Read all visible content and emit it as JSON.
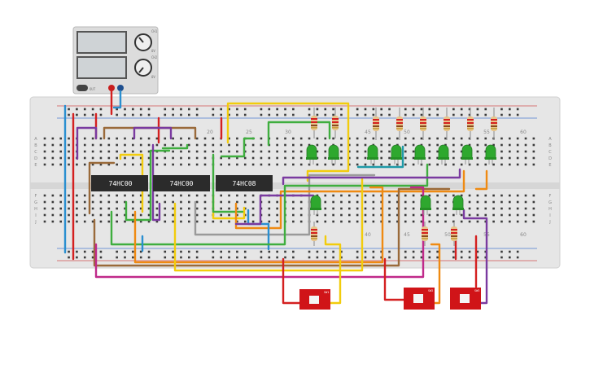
{
  "power_supply": {
    "knob_top_labels": [
      "CH1",
      "0V"
    ],
    "knob_bottom_labels": [
      "CH2",
      "0V"
    ],
    "button_label": "OUT"
  },
  "breadboard": {
    "column_labels_top": [
      "20",
      "25",
      "30",
      "45",
      "50",
      "55",
      "60"
    ],
    "column_labels_bottom": [
      "40",
      "45",
      "50",
      "55",
      "60"
    ],
    "row_labels_top": [
      "A",
      "B",
      "C",
      "D",
      "E"
    ],
    "row_labels_bottom": [
      "F",
      "G",
      "H",
      "I",
      "J"
    ]
  },
  "chips": [
    {
      "label": "74HC00"
    },
    {
      "label": "74HC00"
    },
    {
      "label": "74HC08"
    }
  ],
  "switches": [
    {
      "label": "SW1"
    },
    {
      "label": "SW2"
    },
    {
      "label": "SW3"
    }
  ],
  "colors": {
    "board": "#e6e6e6",
    "chip": "#2b2b2b",
    "led": "#2ea82e",
    "switch": "#d01418",
    "wire_red": "#d42020",
    "wire_blue": "#2a8fd0",
    "wire_green": "#3fae3f",
    "wire_yellow": "#f2cc0c",
    "wire_purple": "#7a3aa0",
    "wire_orange": "#ef8a12",
    "wire_brown": "#9a6a3a",
    "wire_gray": "#9a9a9a",
    "wire_teal": "#1f9aa8",
    "wire_magenta": "#c02a8a"
  }
}
